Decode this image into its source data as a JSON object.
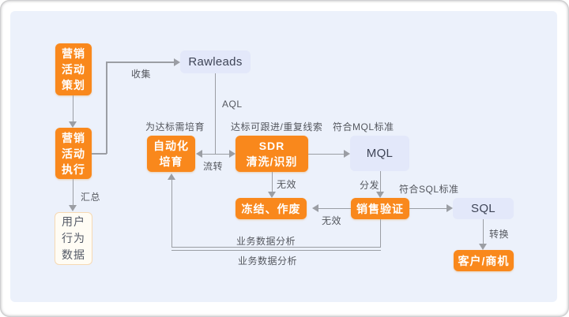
{
  "canvas": {
    "panel_bg": "#ECF1FB",
    "node_orange": "#F9881C",
    "node_lavender": "#E3E8FA",
    "line_gray": "#9B9EA4",
    "label_gray": "#54575E"
  },
  "nodes": {
    "plan": {
      "lines": [
        "营销",
        "活动",
        "策划"
      ]
    },
    "execute": {
      "lines": [
        "营销",
        "活动",
        "执行"
      ]
    },
    "user_data": {
      "lines": [
        "用户",
        "行为",
        "数据"
      ]
    },
    "rawleads": {
      "label": "Rawleads"
    },
    "nurture": {
      "lines": [
        "自动化",
        "培育"
      ]
    },
    "sdr": {
      "lines": [
        "SDR",
        "清洗/识别"
      ]
    },
    "mql": {
      "label": "MQL"
    },
    "freeze": {
      "label": "冻结、作废"
    },
    "sales": {
      "label": "销售验证"
    },
    "sql": {
      "label": "SQL"
    },
    "customer": {
      "label": "客户/商机"
    }
  },
  "edge_labels": {
    "collect": "收集",
    "aql": "AQL",
    "summarize": "汇总",
    "nurture_needed": "为达标需培育",
    "qualified": "达标可跟进/重复线索",
    "mql_standard": "符合MQL标准",
    "flow": "流转",
    "invalid_sdr": "无效",
    "distribute": "分发",
    "invalid_sales": "无效",
    "sql_standard": "符合SQL标准",
    "convert": "转换",
    "biz_analysis_top": "业务数据分析",
    "biz_analysis_bottom": "业务数据分析"
  }
}
